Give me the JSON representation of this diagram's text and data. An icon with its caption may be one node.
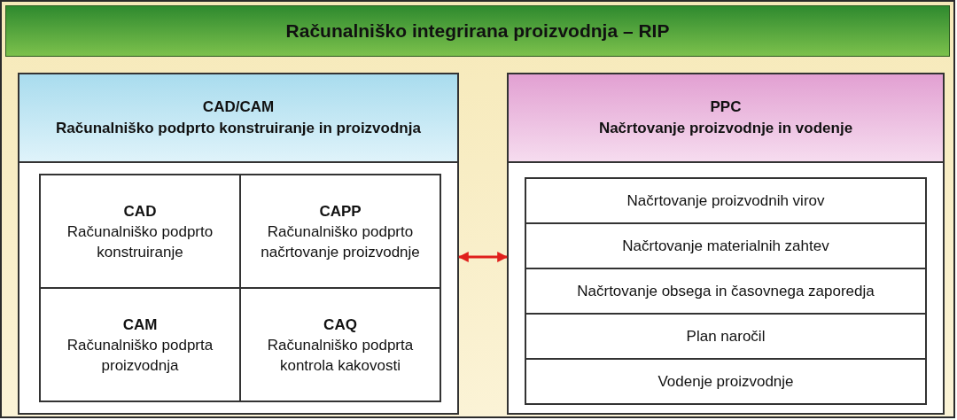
{
  "diagram": {
    "nodes": [
      {
        "text": [
          "Računalniško integrirana proizvodnja – RIP"
        ]
      },
      {
        "text": [
          "CAD/CAM",
          "Računalniško podprto konstruiranje in proizvodnja"
        ],
        "in": 0
      },
      {
        "text": [
          "CAD",
          "Računalniško podprto konstruiranje"
        ],
        "in": 1
      },
      {
        "text": [
          "CAPP",
          "Računalniško podprto načrtovanje proizvodnje"
        ],
        "in": 1
      },
      {
        "text": [
          "CAM",
          "Računalniško podprta proizvodnja"
        ],
        "in": 1
      },
      {
        "text": [
          "CAQ",
          "Računalniško podprta kontrola kakovosti"
        ],
        "in": 1
      },
      {
        "text": [
          "PPC",
          "Načrtovanje proizvodnje in vodenje"
        ],
        "in": 0
      },
      {
        "text": [
          "Načrtovanje proizvodnih virov"
        ],
        "in": 6
      },
      {
        "text": [
          "Načrtovanje materialnih zahtev"
        ],
        "in": 6
      },
      {
        "text": [
          "Načrtovanje obsega in časovnega zaporedja"
        ],
        "in": 6
      },
      {
        "text": [
          "Plan naročil"
        ],
        "in": 6
      },
      {
        "text": [
          "Vodenje proizvodnje"
        ],
        "in": 6
      }
    ],
    "edges": [
      {
        "from": 1,
        "to": 6,
        "arrow": "both",
        "color": "#e0201c"
      }
    ]
  }
}
